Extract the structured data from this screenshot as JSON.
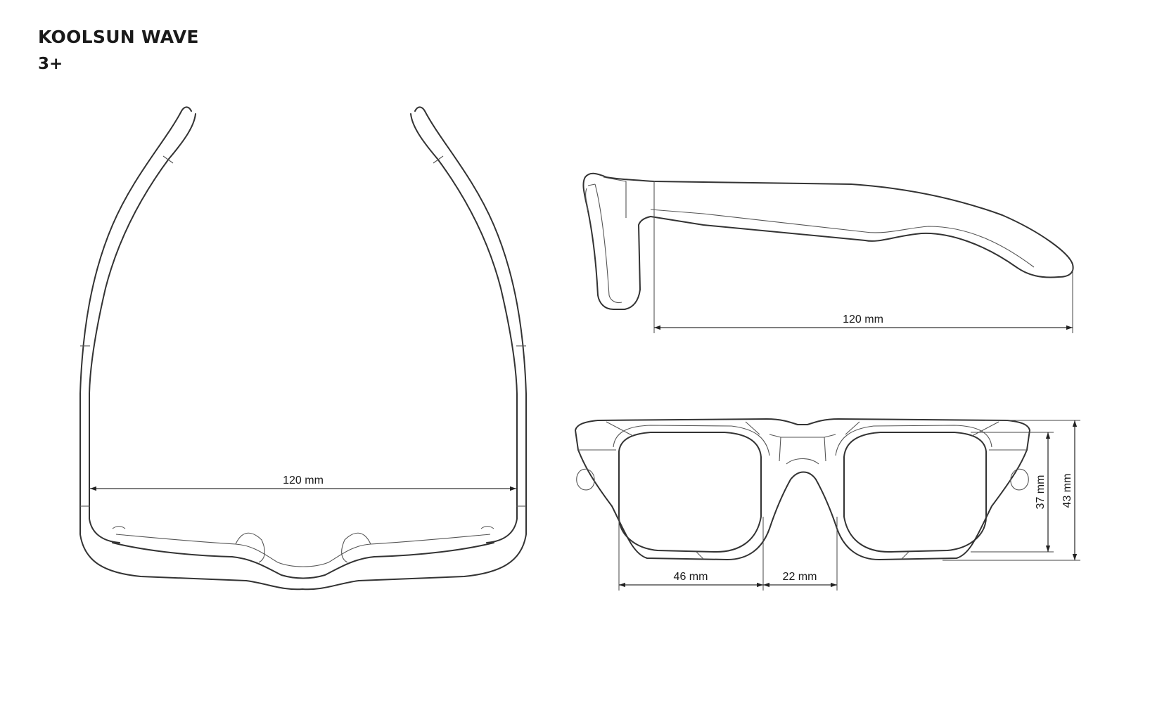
{
  "header": {
    "title": "KOOLSUN WAVE",
    "subtitle": "3+"
  },
  "views": {
    "top": {
      "width_label": "120 mm"
    },
    "side": {
      "temple_label": "120 mm"
    },
    "front": {
      "lens_width_label": "46 mm",
      "bridge_label": "22 mm",
      "lens_height_label": "37 mm",
      "frame_height_label": "43 mm"
    }
  },
  "colors": {
    "line": "#333333",
    "background": "#ffffff"
  }
}
